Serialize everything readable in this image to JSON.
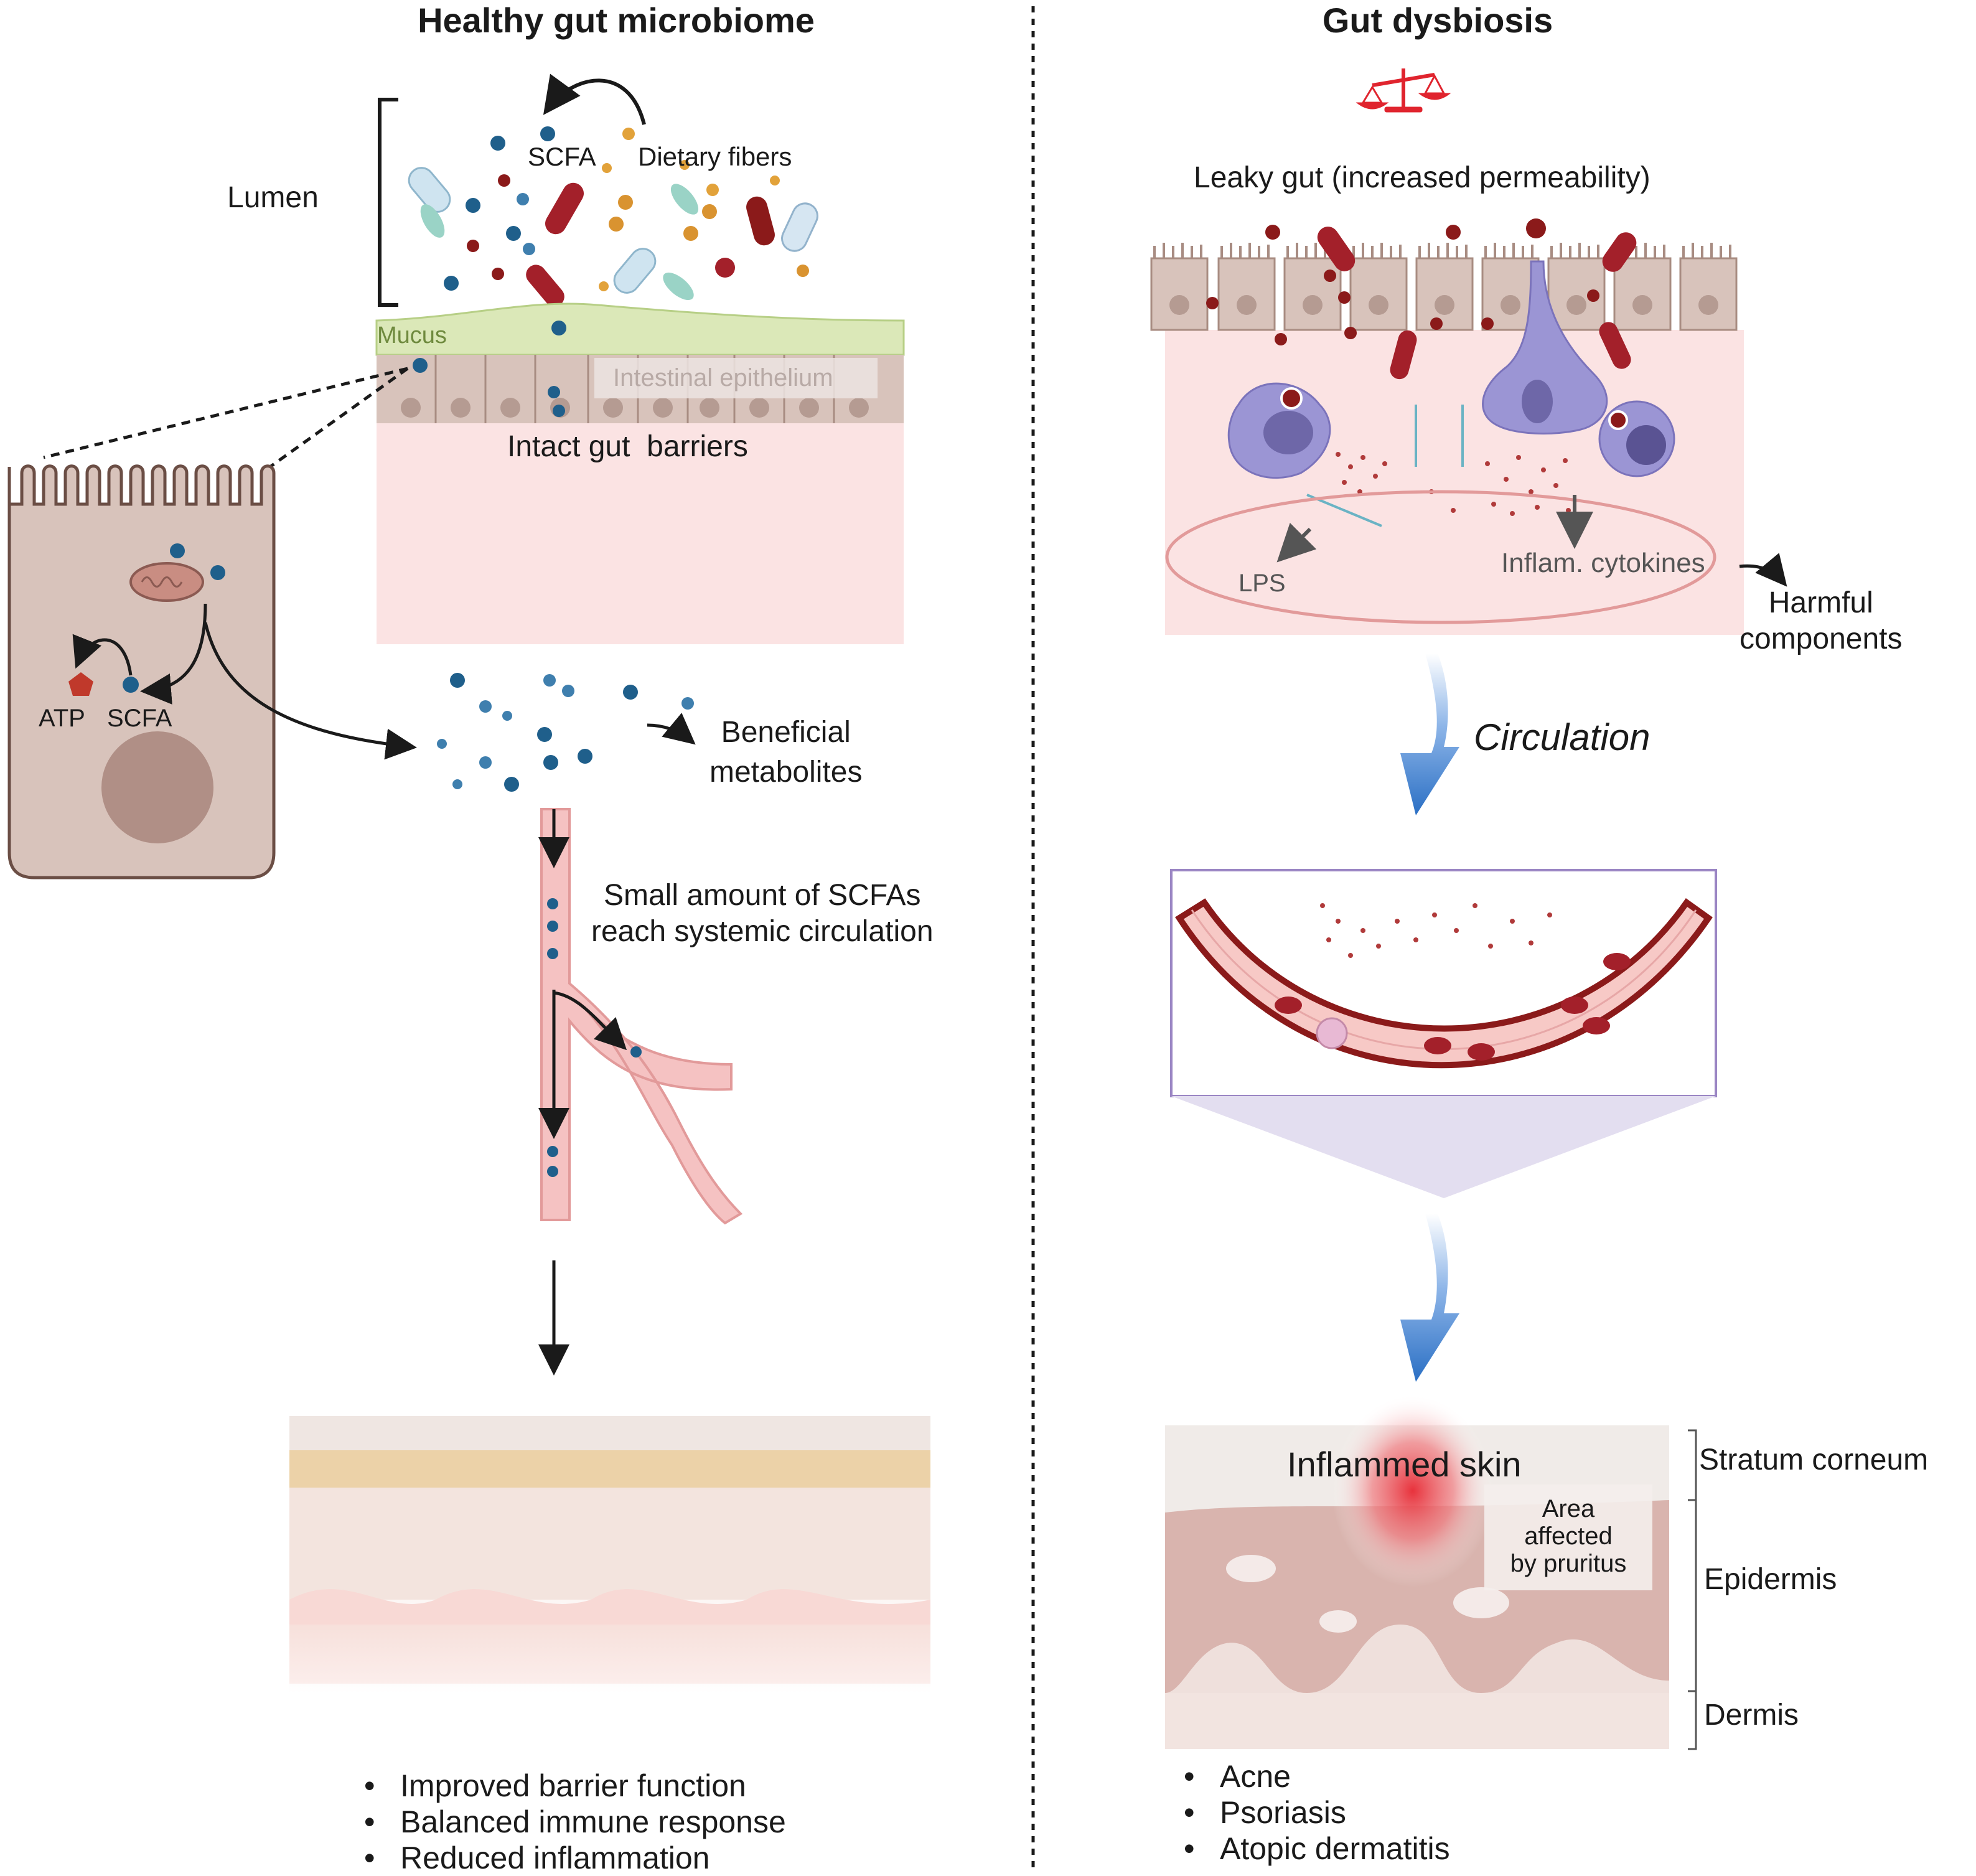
{
  "left": {
    "title": "Healthy gut microbiome",
    "labels": {
      "lumen": "Lumen",
      "scfa": "SCFA",
      "dietary_fibers": "Dietary fibers",
      "mucus": "Mucus",
      "intestinal_epithelium": "Intestinal epithelium",
      "intact_barriers": "Intact gut  barriers",
      "atp": "ATP",
      "cell_scfa": "SCFA",
      "beneficial_metabolites": "Beneficial\nmetabolites",
      "small_amount": "Small amount of SCFAs\nreach systemic circulation"
    },
    "outcomes": [
      "Improved barrier function",
      "Balanced immune response",
      "Reduced inflammation"
    ]
  },
  "right": {
    "title": "Gut dysbiosis",
    "labels": {
      "leaky_gut": "Leaky gut (increased permeability)",
      "lps": "LPS",
      "cytokines": "Inflam. cytokines",
      "harmful": "Harmful\ncomponents",
      "circulation": "Circulation",
      "inflamed_skin": "Inflammed skin",
      "pruritus": "Area\naffected\nby pruritus",
      "stratum_corneum": "Stratum corneum",
      "epidermis": "Epidermis",
      "dermis": "Dermis"
    },
    "conditions": [
      "Acne",
      "Psoriasis",
      "Atopic dermatitis"
    ]
  },
  "colors": {
    "scfa_dot": "#1f5f8b",
    "bacteria_red": "#8b1a1a",
    "mucus": "#dbe8b8",
    "tissue_pink": "#fbe3e3",
    "cell_beige": "#d8c3bb",
    "arrow_blue": "#2a6fc4",
    "inflammation": "#e8323c"
  }
}
